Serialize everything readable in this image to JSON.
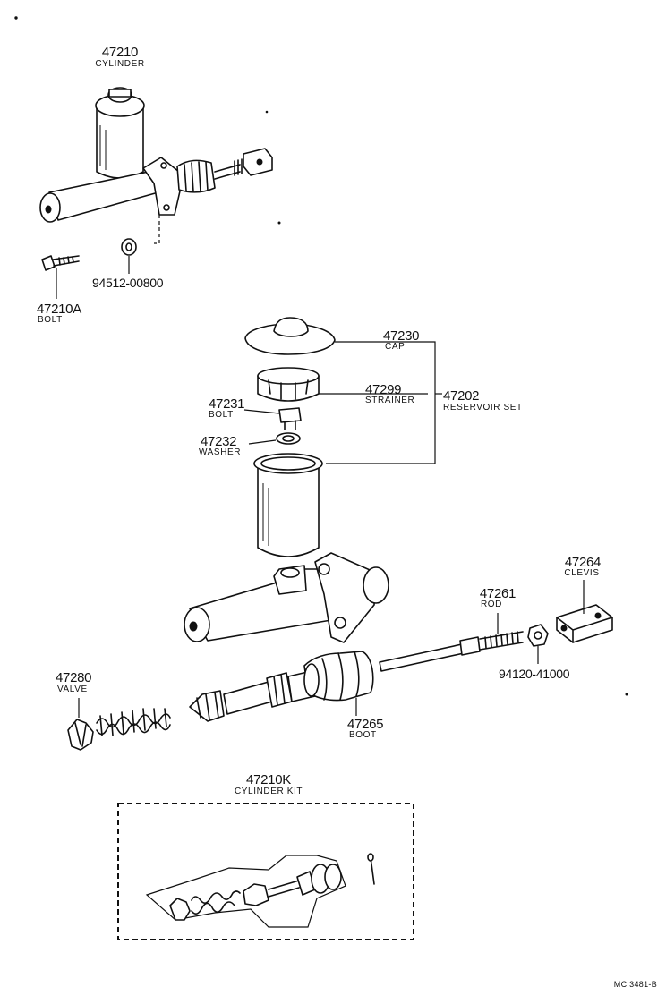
{
  "parts": {
    "cylinder": {
      "number": "47210",
      "name": "CYLINDER"
    },
    "bolt_top": {
      "number": "47210A",
      "name": "BOLT"
    },
    "washer_top": {
      "number": "94512-00800"
    },
    "cap": {
      "number": "47230",
      "name": "CAP"
    },
    "strainer": {
      "number": "47299",
      "name": "STRAINER"
    },
    "reservoir_set": {
      "number": "47202",
      "name": "RESERVOIR SET"
    },
    "bolt": {
      "number": "47231",
      "name": "BOLT"
    },
    "washer": {
      "number": "47232",
      "name": "WASHER"
    },
    "clevis": {
      "number": "47264",
      "name": "CLEVIS"
    },
    "rod": {
      "number": "47261",
      "name": "ROD"
    },
    "nut": {
      "number": "94120-41000"
    },
    "valve": {
      "number": "47280",
      "name": "VALVE"
    },
    "boot": {
      "number": "47265",
      "name": "BOOT"
    },
    "cylinder_kit": {
      "number": "47210K",
      "name": "CYLINDER KIT"
    }
  },
  "figure_code": "MC 3481-B"
}
